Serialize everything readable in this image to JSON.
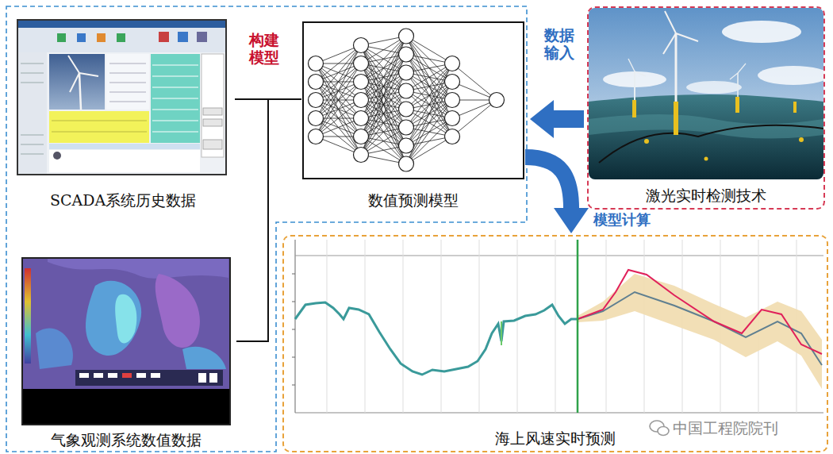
{
  "diagram": {
    "nodes": [
      {
        "text": [
          "SCADA系统历史数据"
        ]
      },
      {
        "text": [
          "数值预测模型"
        ]
      },
      {
        "text": [
          "气象观测系统数值数据"
        ]
      },
      {
        "text": [
          "激光实时检测技术"
        ]
      },
      {
        "text": [
          "海上风速实时预测"
        ]
      }
    ],
    "edges": [
      {
        "from": 0,
        "to": 1,
        "arrow": "none",
        "label": "构建模型"
      },
      {
        "from": 2,
        "to": 1,
        "arrow": "none"
      },
      {
        "from": 3,
        "to": 1,
        "arrow": "to",
        "label": "数据输入"
      },
      {
        "from": 1,
        "to": 4,
        "arrow": "to",
        "label": "模型计算"
      }
    ],
    "labels": [
      "中国工程院院刊"
    ]
  }
}
